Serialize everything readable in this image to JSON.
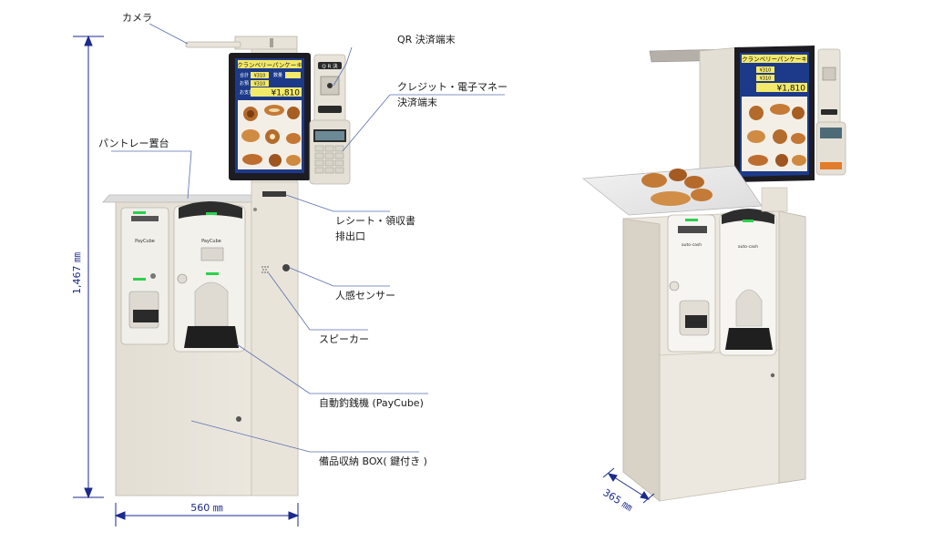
{
  "labels": {
    "camera": "カメラ",
    "qr_terminal": "QR 決済端末",
    "credit_terminal_1": "クレジット・電子マネー",
    "credit_terminal_2": "決済端末",
    "tray_stand": "パントレー置台",
    "receipt_1": "レシート・領収書",
    "receipt_2": "排出口",
    "motion_sensor": "人感センサー",
    "speaker": "スピーカー",
    "changer": "自動釣銭機 (PayCube)",
    "storage_box": "備品収納 BOX( 鍵付き )"
  },
  "dimensions": {
    "height": "1,467 ㎜",
    "width": "560 ㎜",
    "depth": "365 ㎜"
  },
  "screen": {
    "product": "クランベリーパンケーキ",
    "row1_label": "合計",
    "row1_value": "¥310",
    "row1_tag": "数量",
    "row2_label": "お預",
    "row2_value": "¥310",
    "total_label": "お支払",
    "total_value": "¥1,810"
  },
  "device": {
    "qr_badge": "Q R 決",
    "brand": "PayCube",
    "brand_right": "auto-cash"
  },
  "colors": {
    "body": "#ebe6dc",
    "body_shadow": "#d7d1c6",
    "screen_frame": "#1c1c22",
    "screen_blue": "#1d3a8a",
    "screen_yellow": "#f3e96a",
    "dim_line": "#1b2a8c",
    "leader": "#5a6fb0",
    "indicator": "#2bd14b"
  }
}
